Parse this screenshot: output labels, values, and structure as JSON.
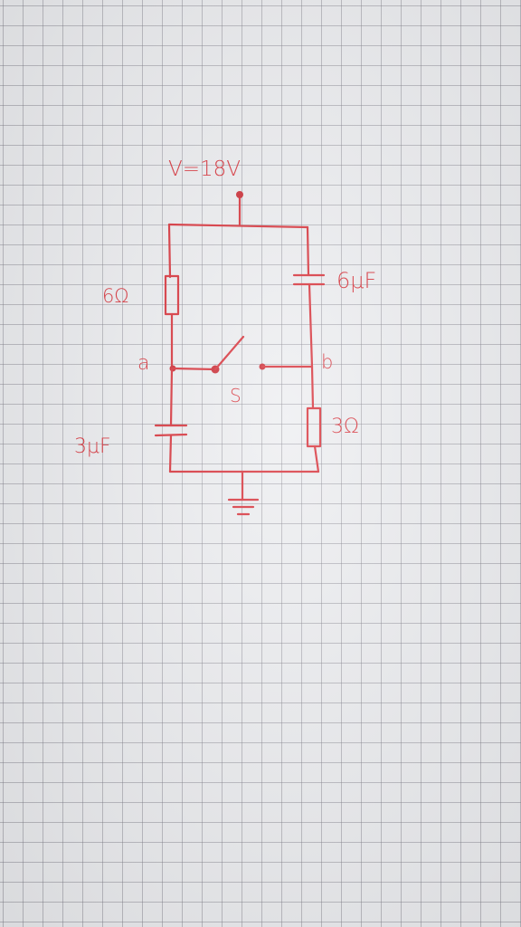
{
  "diagram": {
    "voltage_label": "V=18V",
    "resistor_top_left": "6Ω",
    "capacitor_top_right": "6μF",
    "capacitor_bottom_left": "3μF",
    "resistor_bottom_right": "3Ω",
    "node_a": "a",
    "node_b": "b",
    "switch_label": "S",
    "ink_color": "#d6262f"
  }
}
